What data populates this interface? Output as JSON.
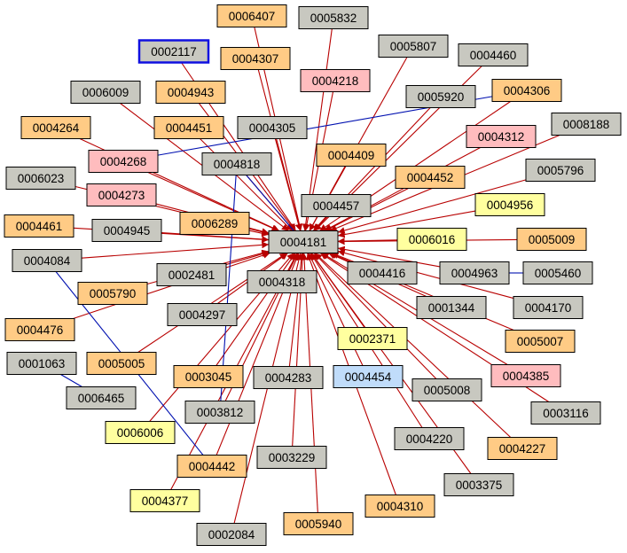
{
  "colors": {
    "gray": "#c8c8c0",
    "orange": "#ffcb85",
    "pink": "#ffbcbe",
    "yellow": "#ffff9f",
    "blue": "#c0dcfa",
    "edge_red": "#b80000",
    "edge_blue": "#0010b0",
    "node_border": "#000000",
    "highlight_border": "#1010e0"
  },
  "nodes": [
    {
      "id": "0004181",
      "color": "gray",
      "highlight": false
    },
    {
      "id": "0006407",
      "color": "orange",
      "highlight": false
    },
    {
      "id": "0005832",
      "color": "gray",
      "highlight": false
    },
    {
      "id": "0002117",
      "color": "gray",
      "highlight": true
    },
    {
      "id": "0004307",
      "color": "orange",
      "highlight": false
    },
    {
      "id": "0005807",
      "color": "gray",
      "highlight": false
    },
    {
      "id": "0004460",
      "color": "gray",
      "highlight": false
    },
    {
      "id": "0004218",
      "color": "pink",
      "highlight": false
    },
    {
      "id": "0006009",
      "color": "gray",
      "highlight": false
    },
    {
      "id": "0004943",
      "color": "orange",
      "highlight": false
    },
    {
      "id": "0005920",
      "color": "gray",
      "highlight": false
    },
    {
      "id": "0004306",
      "color": "orange",
      "highlight": false
    },
    {
      "id": "0004264",
      "color": "orange",
      "highlight": false
    },
    {
      "id": "0004451",
      "color": "orange",
      "highlight": false
    },
    {
      "id": "0004305",
      "color": "gray",
      "highlight": false
    },
    {
      "id": "0004312",
      "color": "pink",
      "highlight": false
    },
    {
      "id": "0008188",
      "color": "gray",
      "highlight": false
    },
    {
      "id": "0004268",
      "color": "pink",
      "highlight": false
    },
    {
      "id": "0004818",
      "color": "gray",
      "highlight": false
    },
    {
      "id": "0004409",
      "color": "orange",
      "highlight": false
    },
    {
      "id": "0005796",
      "color": "gray",
      "highlight": false
    },
    {
      "id": "0006023",
      "color": "gray",
      "highlight": false
    },
    {
      "id": "0004452",
      "color": "orange",
      "highlight": false
    },
    {
      "id": "0004273",
      "color": "pink",
      "highlight": false
    },
    {
      "id": "0004457",
      "color": "gray",
      "highlight": false
    },
    {
      "id": "0004956",
      "color": "yellow",
      "highlight": false
    },
    {
      "id": "0004461",
      "color": "orange",
      "highlight": false
    },
    {
      "id": "0006289",
      "color": "orange",
      "highlight": false
    },
    {
      "id": "0004945",
      "color": "gray",
      "highlight": false
    },
    {
      "id": "0006016",
      "color": "yellow",
      "highlight": false
    },
    {
      "id": "0005009",
      "color": "orange",
      "highlight": false
    },
    {
      "id": "0004084",
      "color": "gray",
      "highlight": false
    },
    {
      "id": "0002481",
      "color": "gray",
      "highlight": false
    },
    {
      "id": "0004416",
      "color": "gray",
      "highlight": false
    },
    {
      "id": "0004963",
      "color": "gray",
      "highlight": false
    },
    {
      "id": "0005460",
      "color": "gray",
      "highlight": false
    },
    {
      "id": "0004318",
      "color": "gray",
      "highlight": false
    },
    {
      "id": "0005790",
      "color": "orange",
      "highlight": false
    },
    {
      "id": "0001344",
      "color": "gray",
      "highlight": false
    },
    {
      "id": "0004170",
      "color": "gray",
      "highlight": false
    },
    {
      "id": "0004297",
      "color": "gray",
      "highlight": false
    },
    {
      "id": "0004476",
      "color": "orange",
      "highlight": false
    },
    {
      "id": "0002371",
      "color": "yellow",
      "highlight": false
    },
    {
      "id": "0005007",
      "color": "orange",
      "highlight": false
    },
    {
      "id": "0001063",
      "color": "gray",
      "highlight": false
    },
    {
      "id": "0005005",
      "color": "orange",
      "highlight": false
    },
    {
      "id": "0003045",
      "color": "orange",
      "highlight": false
    },
    {
      "id": "0004283",
      "color": "gray",
      "highlight": false
    },
    {
      "id": "0004454",
      "color": "blue",
      "highlight": false
    },
    {
      "id": "0004385",
      "color": "pink",
      "highlight": false
    },
    {
      "id": "0006465",
      "color": "gray",
      "highlight": false
    },
    {
      "id": "0005008",
      "color": "gray",
      "highlight": false
    },
    {
      "id": "0003812",
      "color": "gray",
      "highlight": false
    },
    {
      "id": "0003116",
      "color": "gray",
      "highlight": false
    },
    {
      "id": "0006006",
      "color": "yellow",
      "highlight": false
    },
    {
      "id": "0004220",
      "color": "gray",
      "highlight": false
    },
    {
      "id": "0004227",
      "color": "orange",
      "highlight": false
    },
    {
      "id": "0003229",
      "color": "gray",
      "highlight": false
    },
    {
      "id": "0004442",
      "color": "orange",
      "highlight": false
    },
    {
      "id": "0003375",
      "color": "gray",
      "highlight": false
    },
    {
      "id": "0004377",
      "color": "yellow",
      "highlight": false
    },
    {
      "id": "0004310",
      "color": "orange",
      "highlight": false
    },
    {
      "id": "0005940",
      "color": "orange",
      "highlight": false
    },
    {
      "id": "0002084",
      "color": "gray",
      "highlight": false
    }
  ],
  "edges": [
    {
      "from": "0006407",
      "to": "0004181",
      "color": "red"
    },
    {
      "from": "0005832",
      "to": "0004181",
      "color": "red"
    },
    {
      "from": "0002117",
      "to": "0004181",
      "color": "red"
    },
    {
      "from": "0004307",
      "to": "0004181",
      "color": "red"
    },
    {
      "from": "0005807",
      "to": "0004181",
      "color": "red"
    },
    {
      "from": "0004460",
      "to": "0004181",
      "color": "red"
    },
    {
      "from": "0004218",
      "to": "0004181",
      "color": "red"
    },
    {
      "from": "0006009",
      "to": "0004181",
      "color": "red"
    },
    {
      "from": "0004943",
      "to": "0004181",
      "color": "red"
    },
    {
      "from": "0005920",
      "to": "0004181",
      "color": "red"
    },
    {
      "from": "0004306",
      "to": "0004181",
      "color": "red"
    },
    {
      "from": "0004264",
      "to": "0004181",
      "color": "red"
    },
    {
      "from": "0004451",
      "to": "0004181",
      "color": "red"
    },
    {
      "from": "0004305",
      "to": "0004181",
      "color": "red"
    },
    {
      "from": "0004312",
      "to": "0004181",
      "color": "red"
    },
    {
      "from": "0008188",
      "to": "0004181",
      "color": "red"
    },
    {
      "from": "0004268",
      "to": "0004181",
      "color": "red"
    },
    {
      "from": "0004818",
      "to": "0004181",
      "color": "red"
    },
    {
      "from": "0004409",
      "to": "0004181",
      "color": "red"
    },
    {
      "from": "0005796",
      "to": "0004181",
      "color": "red"
    },
    {
      "from": "0006023",
      "to": "0004181",
      "color": "red"
    },
    {
      "from": "0004452",
      "to": "0004181",
      "color": "red"
    },
    {
      "from": "0004273",
      "to": "0004181",
      "color": "red"
    },
    {
      "from": "0004457",
      "to": "0004181",
      "color": "red"
    },
    {
      "from": "0004956",
      "to": "0004181",
      "color": "red"
    },
    {
      "from": "0004461",
      "to": "0004181",
      "color": "red"
    },
    {
      "from": "0006289",
      "to": "0004181",
      "color": "red"
    },
    {
      "from": "0004945",
      "to": "0004181",
      "color": "red"
    },
    {
      "from": "0006016",
      "to": "0004181",
      "color": "red"
    },
    {
      "from": "0005009",
      "to": "0004181",
      "color": "red"
    },
    {
      "from": "0004084",
      "to": "0004181",
      "color": "red"
    },
    {
      "from": "0002481",
      "to": "0004181",
      "color": "red"
    },
    {
      "from": "0004416",
      "to": "0004181",
      "color": "red"
    },
    {
      "from": "0004963",
      "to": "0004181",
      "color": "red"
    },
    {
      "from": "0004318",
      "to": "0004181",
      "color": "red"
    },
    {
      "from": "0005790",
      "to": "0004181",
      "color": "red"
    },
    {
      "from": "0001344",
      "to": "0004181",
      "color": "red"
    },
    {
      "from": "0004170",
      "to": "0004181",
      "color": "red"
    },
    {
      "from": "0004297",
      "to": "0004181",
      "color": "red"
    },
    {
      "from": "0004476",
      "to": "0004181",
      "color": "red"
    },
    {
      "from": "0002371",
      "to": "0004181",
      "color": "red"
    },
    {
      "from": "0005007",
      "to": "0004181",
      "color": "red"
    },
    {
      "from": "0005005",
      "to": "0004181",
      "color": "red"
    },
    {
      "from": "0003045",
      "to": "0004181",
      "color": "red"
    },
    {
      "from": "0004283",
      "to": "0004181",
      "color": "red"
    },
    {
      "from": "0004454",
      "to": "0004181",
      "color": "red"
    },
    {
      "from": "0004385",
      "to": "0004181",
      "color": "red"
    },
    {
      "from": "0005008",
      "to": "0004181",
      "color": "red"
    },
    {
      "from": "0003812",
      "to": "0004181",
      "color": "red"
    },
    {
      "from": "0003116",
      "to": "0004181",
      "color": "red"
    },
    {
      "from": "0006006",
      "to": "0004181",
      "color": "red"
    },
    {
      "from": "0004220",
      "to": "0004181",
      "color": "red"
    },
    {
      "from": "0004227",
      "to": "0004181",
      "color": "red"
    },
    {
      "from": "0003229",
      "to": "0004181",
      "color": "red"
    },
    {
      "from": "0004442",
      "to": "0004181",
      "color": "red"
    },
    {
      "from": "0003375",
      "to": "0004181",
      "color": "red"
    },
    {
      "from": "0004377",
      "to": "0004181",
      "color": "red"
    },
    {
      "from": "0004310",
      "to": "0004181",
      "color": "red"
    },
    {
      "from": "0005940",
      "to": "0004181",
      "color": "red"
    },
    {
      "from": "0002084",
      "to": "0004181",
      "color": "red"
    },
    {
      "from": "0004306",
      "to": "0004268",
      "color": "blue"
    },
    {
      "from": "0004818",
      "to": "0004181",
      "color": "blue"
    },
    {
      "from": "0004818",
      "to": "0003812",
      "color": "blue"
    },
    {
      "from": "0004963",
      "to": "0005460",
      "color": "blue"
    },
    {
      "from": "0004084",
      "to": "0004442",
      "color": "blue"
    },
    {
      "from": "0001063",
      "to": "0006465",
      "color": "blue"
    }
  ]
}
